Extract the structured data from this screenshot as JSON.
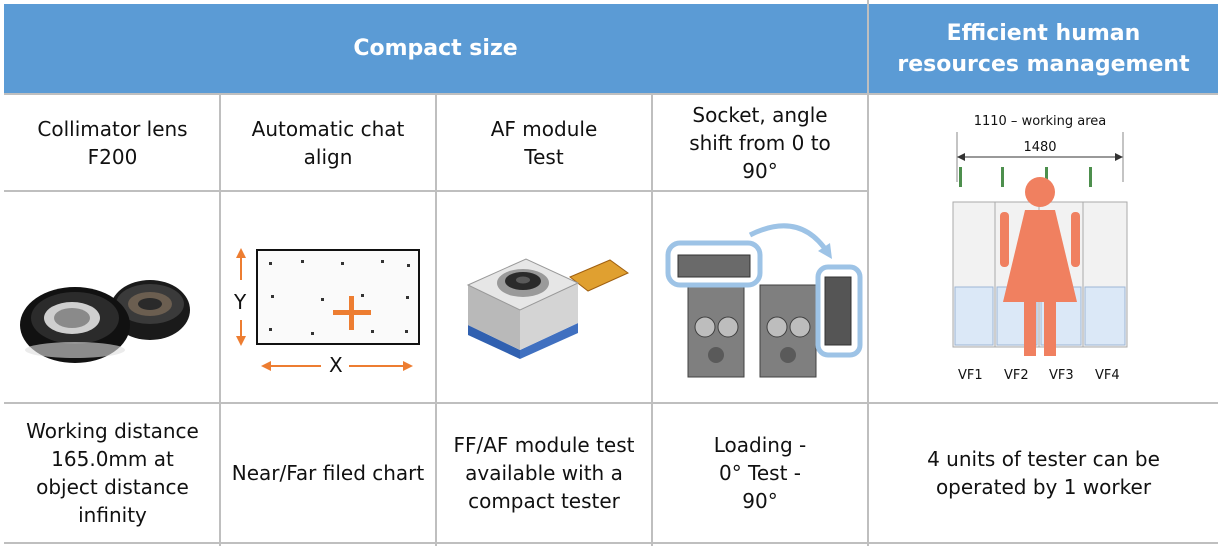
{
  "header": {
    "compact_size": "Compact size",
    "efficient_hr": "Efficient human resources management"
  },
  "columns": [
    {
      "title": "Collimator lens F200",
      "image": "collimator-lens-photo",
      "description": "Working distance 165.0mm at object distance infinity"
    },
    {
      "title": "Automatic chat align",
      "image": "chart-align-diagram",
      "axis_x": "X",
      "axis_y": "Y",
      "description": "Near/Far filed chart"
    },
    {
      "title": "AF module Test",
      "image": "af-camera-module-photo",
      "description": "FF/AF module test available with a compact tester"
    },
    {
      "title": "Socket, angle shift from 0 to 90°",
      "image": "socket-rotation-diagram",
      "description": "Loading - 0° Test - 90°"
    }
  ],
  "hr_panel": {
    "working_area_label": "1110 – working area",
    "width_label": "1480",
    "testers": [
      "VF1",
      "VF2",
      "VF3",
      "VF4"
    ],
    "description": "4 units of tester can be operated by 1 worker"
  },
  "colors": {
    "header_bg": "#5b9bd5",
    "arrow_orange": "#ed7d31",
    "person_salmon": "#f08060",
    "highlight_blue": "#9dc3e6"
  }
}
